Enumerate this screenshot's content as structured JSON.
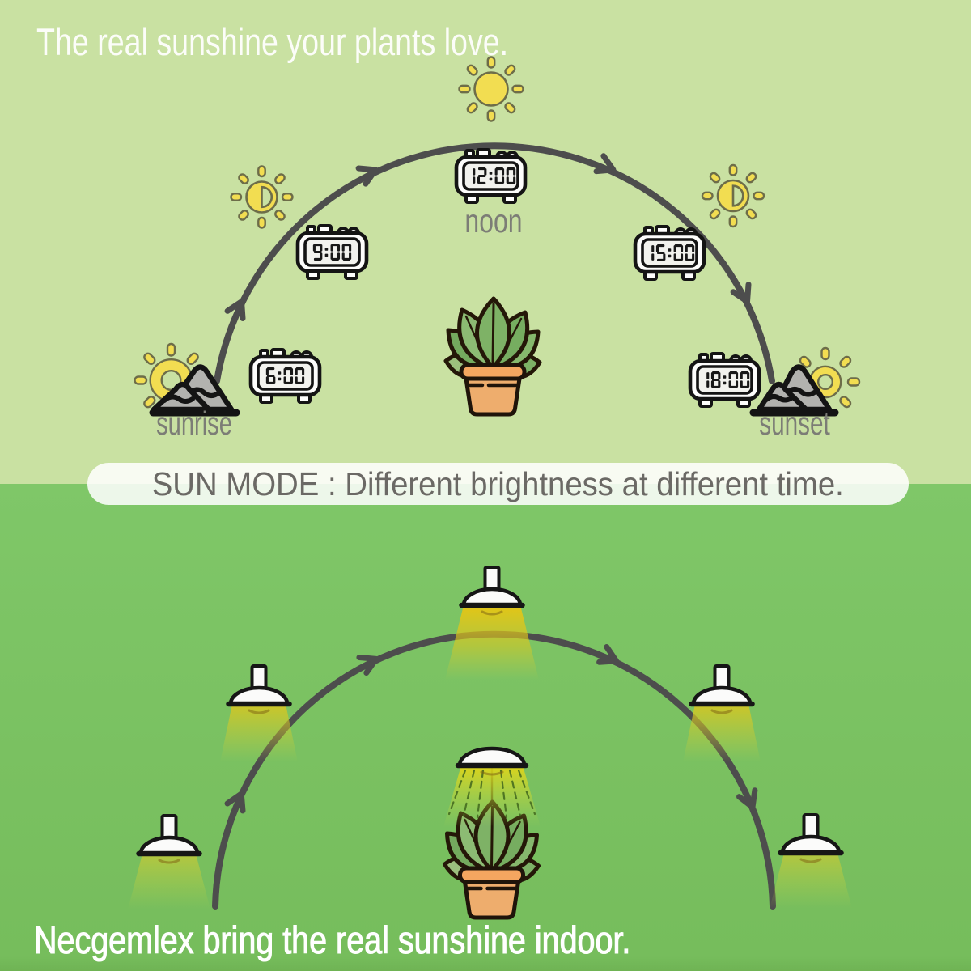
{
  "page": {
    "title": "The real sunshine your plants love.",
    "banner": "SUN MODE : Different brightness at different time.",
    "caption": "Necgemlex bring the real sunshine indoor."
  },
  "labels": {
    "sunrise": "sunrise",
    "noon": "noon",
    "sunset": "sunset"
  },
  "clocks": [
    {
      "time": "6:00"
    },
    {
      "time": "9:00"
    },
    {
      "time": "12:00"
    },
    {
      "time": "15:00"
    },
    {
      "time": "18:00"
    }
  ],
  "colors": {
    "background_top": "#c9e1a2",
    "background_bottom": "#7bc262",
    "arc_gray": "#4d4d4d",
    "sun_yellow": "#f2dd51",
    "sun_outline": "#6d6d49",
    "beam_yellow": "#e8c512",
    "mountain_gray": "#b2b2af",
    "pot_orange": "#eead6d",
    "leaf_green": "#7eb266",
    "label_gray": "#7c7d76",
    "banner_text_gray": "#6b6965",
    "text_white": "#ffffff"
  }
}
